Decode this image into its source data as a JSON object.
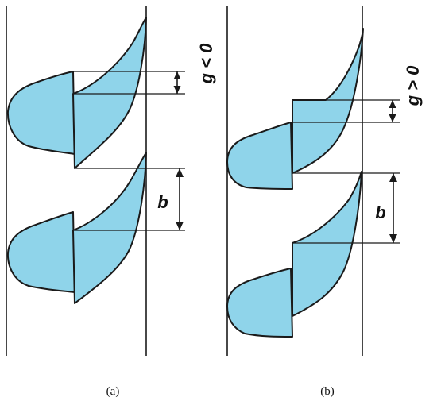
{
  "diagram": {
    "panels": [
      {
        "id": "a",
        "caption": "(a)",
        "gap_label": "g < 0",
        "pitch_label": "b"
      },
      {
        "id": "b",
        "caption": "(b)",
        "gap_label": "g > 0",
        "pitch_label": "b"
      }
    ],
    "colors": {
      "blade_fill": "#8fd4ea",
      "outline": "#1a1a1a"
    }
  }
}
